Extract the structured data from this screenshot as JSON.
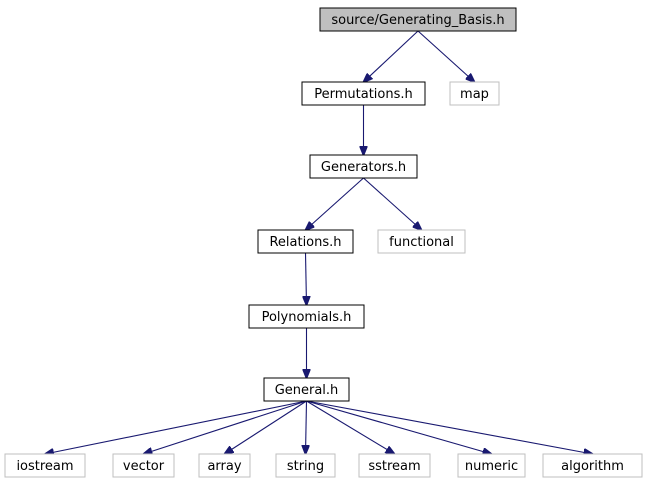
{
  "graph": {
    "colors": {
      "edge": "#191970",
      "root_fill": "#bfbfbf",
      "project_border": "#000000",
      "system_border": "#bfbfbf"
    },
    "nodes": [
      {
        "id": "root",
        "label": "source/Generating_Basis.h",
        "kind": "root"
      },
      {
        "id": "permutations",
        "label": "Permutations.h",
        "kind": "project"
      },
      {
        "id": "map",
        "label": "map",
        "kind": "system"
      },
      {
        "id": "generators",
        "label": "Generators.h",
        "kind": "project"
      },
      {
        "id": "relations",
        "label": "Relations.h",
        "kind": "project"
      },
      {
        "id": "functional",
        "label": "functional",
        "kind": "system"
      },
      {
        "id": "polynomials",
        "label": "Polynomials.h",
        "kind": "project"
      },
      {
        "id": "general",
        "label": "General.h",
        "kind": "project"
      },
      {
        "id": "iostream",
        "label": "iostream",
        "kind": "system"
      },
      {
        "id": "vector",
        "label": "vector",
        "kind": "system"
      },
      {
        "id": "array",
        "label": "array",
        "kind": "system"
      },
      {
        "id": "string",
        "label": "string",
        "kind": "system"
      },
      {
        "id": "sstream",
        "label": "sstream",
        "kind": "system"
      },
      {
        "id": "numeric",
        "label": "numeric",
        "kind": "system"
      },
      {
        "id": "algorithm",
        "label": "algorithm",
        "kind": "system"
      }
    ],
    "edges": [
      {
        "from": "root",
        "to": "permutations"
      },
      {
        "from": "root",
        "to": "map"
      },
      {
        "from": "permutations",
        "to": "generators"
      },
      {
        "from": "generators",
        "to": "relations"
      },
      {
        "from": "generators",
        "to": "functional"
      },
      {
        "from": "relations",
        "to": "polynomials"
      },
      {
        "from": "polynomials",
        "to": "general"
      },
      {
        "from": "general",
        "to": "iostream"
      },
      {
        "from": "general",
        "to": "vector"
      },
      {
        "from": "general",
        "to": "array"
      },
      {
        "from": "general",
        "to": "string"
      },
      {
        "from": "general",
        "to": "sstream"
      },
      {
        "from": "general",
        "to": "numeric"
      },
      {
        "from": "general",
        "to": "algorithm"
      }
    ]
  }
}
